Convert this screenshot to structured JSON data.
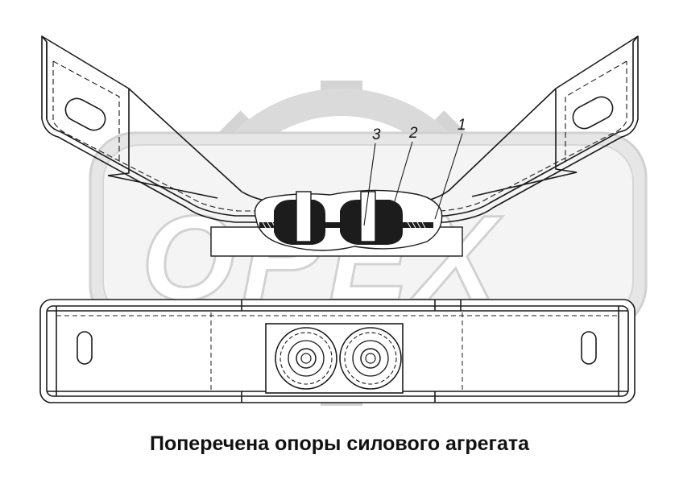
{
  "diagram": {
    "caption": "Поперечена опоры силового агрегата",
    "watermark_text": "OPEX",
    "callouts": [
      "3",
      "2",
      "1"
    ]
  },
  "colors": {
    "line": "#1a1a1a",
    "watermark": "#c8c8c8",
    "watermark_light": "#e2e2e2",
    "rubber": "#1c1c1c"
  },
  "icons": {
    "watermark": "gear-logo-icon"
  }
}
